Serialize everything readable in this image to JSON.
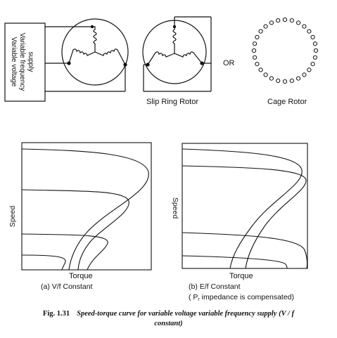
{
  "supply_box": {
    "line1": "Variable voltage",
    "line2": "Variable frequency",
    "line3": "supply"
  },
  "rotors": {
    "slip_ring_label": "Slip Ring Rotor",
    "or_label": "OR",
    "cage_label": "Cage Rotor"
  },
  "graph_a": {
    "ylabel": "Speed",
    "xlabel": "Torque",
    "caption": "(a) V/f  Constant"
  },
  "graph_b": {
    "ylabel": "Speed",
    "xlabel": "Torque",
    "caption": "(b) E/f  Constant",
    "note_pre": "( P",
    "note_sub": "r",
    "note_post": " impedance is compensated)"
  },
  "figure_caption": {
    "number": "Fig. 1.31",
    "text_line1": "Speed-torque curve for variable voltage variable frequency supply (V / f",
    "text_line2": "constant)"
  },
  "colors": {
    "ink": "#111111",
    "background": "#ffffff"
  }
}
